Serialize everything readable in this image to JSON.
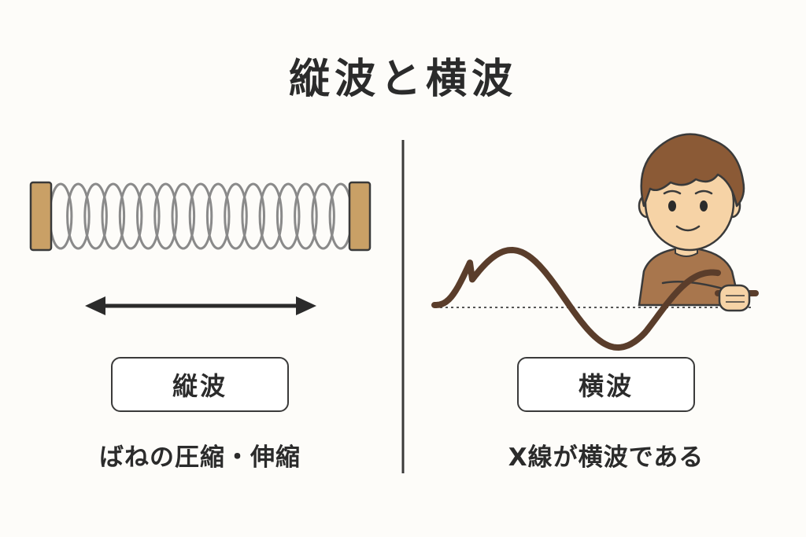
{
  "title": "縦波と横波",
  "left_panel": {
    "label": "縦波",
    "caption": "ばねの圧縮・伸縮"
  },
  "right_panel": {
    "label": "横波",
    "caption": "X線が横波である"
  },
  "colors": {
    "spring_coil": "#8a8a8a",
    "spring_end_cap": "#c9a066",
    "arrow": "#2b2b2b",
    "rope": "#5a3d2b",
    "divider": "#3a3a3a",
    "hair": "#8b5a36",
    "skin": "#f6d3a6",
    "shirt": "#a8764d"
  },
  "icons": [
    "spring-icon",
    "double-arrow-icon",
    "boy-illustration",
    "rope-wave-icon"
  ]
}
